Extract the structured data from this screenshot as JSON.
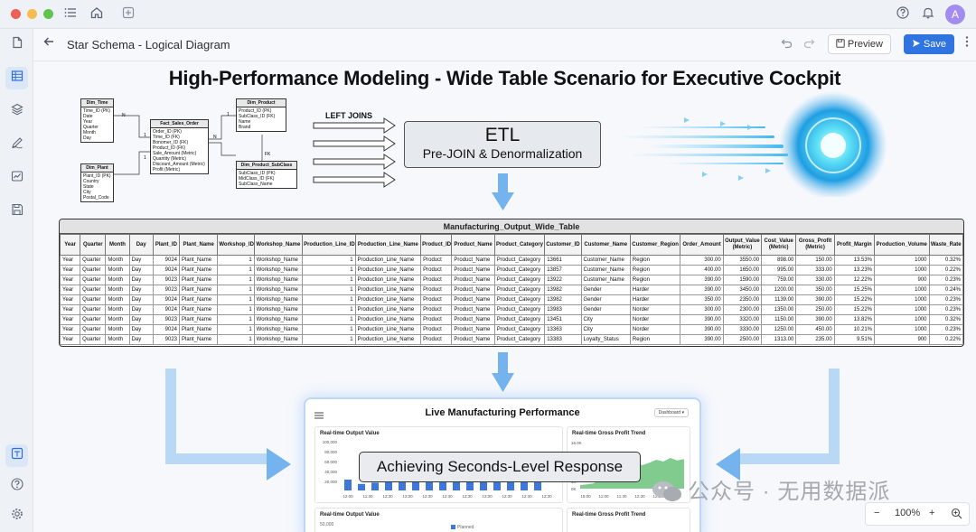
{
  "window": {
    "avatar_letter": "A"
  },
  "toolbar": {
    "title": "Star Schema - Logical Diagram",
    "preview_label": "Preview",
    "save_label": "Save"
  },
  "canvas": {
    "headline": "High-Performance Modeling - Wide Table Scenario for Executive Cockpit",
    "left_joins": "LEFT JOINS",
    "etl_title": "ETL",
    "etl_sub": "Pre-JOIN & Denormalization",
    "er": {
      "dim_time": {
        "name": "Dim_Time",
        "fields": "Time_ID (PK)\nDate\nYear\nQuarter\nMonth\nDay"
      },
      "fact": {
        "name": "Fact_Sales_Order",
        "fields": "Order_ID (PK)\nTime_ID (FK)\nBonomer_ID (FK)\nProduct_ID (FK)\nSale_Amount (Metric)\nQuantity (Metric)\nDiscount_Amount (Metric)\nProfit (Metric)"
      },
      "dim_product": {
        "name": "Dim_Product",
        "fields": "Product_ID (PK)\nSubClass_ID (FK)\nName\nBrand"
      },
      "dim_plant": {
        "name": "Dim_Plant",
        "fields": "Plant_ID (PK)\nCountry\nState\nCity\nPostal_Code"
      },
      "dim_subclass": {
        "name": "Dim_Product_SubClass",
        "fields": "SubClass_ID (PK)\nMidClass_ID (FK)\nSubClass_Name"
      },
      "labels": {
        "n": "N",
        "one": "1",
        "fk": "FK"
      }
    },
    "wide_table": {
      "title": "Manufacturing_Output_Wide_Table",
      "headers": [
        "Year",
        "Quarter",
        "Month",
        "Day",
        "Plant_ID",
        "Plant_Name",
        "Workshop_ID",
        "Workshop_Name",
        "Production_Line_ID",
        "Production_Line_Name",
        "Product_ID",
        "Product_Name",
        "Product_Category",
        "Customer_ID",
        "Customer_Name",
        "Customer_Region",
        "Order_Amount",
        "Output_Value (Metric)",
        "Cost_Value (Metric)",
        "Gross_Profit (Metric)",
        "Profit_Margin",
        "Production_Volume",
        "Waste_Rate"
      ],
      "rows": [
        [
          "Year",
          "Quarter",
          "Month",
          "Day",
          "9024",
          "Plant_Name",
          "1",
          "Workshop_Name",
          "1",
          "Production_Line_Name",
          "Product",
          "Product_Name",
          "Product_Category",
          "13661",
          "Customer_Name",
          "Region",
          "300.00",
          "3550.00",
          "898.00",
          "150.00",
          "13.53%",
          "1000",
          "0.32%"
        ],
        [
          "Year",
          "Quarter",
          "Month",
          "Day",
          "9024",
          "Plant_Name",
          "1",
          "Workshop_Name",
          "1",
          "Production_Line_Name",
          "Product",
          "Product_Name",
          "Product_Category",
          "13857",
          "Customer_Name",
          "Region",
          "400.00",
          "1650.00",
          "995.00",
          "333.00",
          "13.23%",
          "1000",
          "0.22%"
        ],
        [
          "Year",
          "Quarter",
          "Month",
          "Day",
          "9023",
          "Plant_Name",
          "1",
          "Workshop_Name",
          "1",
          "Production_Line_Name",
          "Product",
          "Product_Name",
          "Product_Category",
          "13922",
          "Customer_Name",
          "Region",
          "390.00",
          "1590.00",
          "759.00",
          "330.00",
          "12.22%",
          "900",
          "0.23%"
        ],
        [
          "Year",
          "Quarter",
          "Month",
          "Day",
          "9023",
          "Plant_Name",
          "1",
          "Workshop_Name",
          "1",
          "Production_Line_Name",
          "Product",
          "Product_Name",
          "Product_Category",
          "13982",
          "Gender",
          "Harder",
          "390.00",
          "3450.00",
          "1200.00",
          "350.00",
          "15.25%",
          "1000",
          "0.24%"
        ],
        [
          "Year",
          "Quarter",
          "Month",
          "Day",
          "9024",
          "Plant_Name",
          "1",
          "Workshop_Name",
          "1",
          "Production_Line_Name",
          "Product",
          "Product_Name",
          "Product_Category",
          "13982",
          "Gender",
          "Harder",
          "350.00",
          "2350.00",
          "1139.00",
          "390.00",
          "15.22%",
          "1000",
          "0.23%"
        ],
        [
          "Year",
          "Quarter",
          "Month",
          "Day",
          "9024",
          "Plant_Name",
          "1",
          "Workshop_Name",
          "1",
          "Production_Line_Name",
          "Product",
          "Product_Name",
          "Product_Category",
          "13983",
          "Gender",
          "Norder",
          "300.00",
          "2300.00",
          "1350.00",
          "250.00",
          "15.22%",
          "1000",
          "0.23%"
        ],
        [
          "Year",
          "Quarter",
          "Month",
          "Day",
          "9023",
          "Plant_Name",
          "1",
          "Workshop_Name",
          "1",
          "Production_Line_Name",
          "Product",
          "Product_Name",
          "Product_Category",
          "13451",
          "City",
          "Norder",
          "390.00",
          "3320.00",
          "1150.00",
          "390.00",
          "13.82%",
          "1000",
          "0.32%"
        ],
        [
          "Year",
          "Quarter",
          "Month",
          "Day",
          "9024",
          "Plant_Name",
          "1",
          "Workshop_Name",
          "1",
          "Production_Line_Name",
          "Product",
          "Product_Name",
          "Product_Category",
          "13363",
          "City",
          "Norder",
          "390.00",
          "3330.00",
          "1250.00",
          "450.00",
          "10.21%",
          "1000",
          "0.23%"
        ],
        [
          "Year",
          "Quarter",
          "Month",
          "Day",
          "9023",
          "Plant_Name",
          "1",
          "Workshop_Name",
          "1",
          "Production_Line_Name",
          "Product",
          "Product_Name",
          "Product_Category",
          "13383",
          "Loyalty_Status",
          "Region",
          "390.00",
          "2500.00",
          "1313.00",
          "235.00",
          "9.51%",
          "900",
          "0.22%"
        ]
      ]
    },
    "dashboard": {
      "title": "Live Manufacturing Performance",
      "badge": "Dashboard",
      "panel1_title": "Real-time Output Value",
      "panel2_title": "Real-time Gross Profit Trend",
      "panel3_title": "Real-time Output Value",
      "panel4_title": "Real-time Gross Profit Trend",
      "p1_yticks": [
        "100,000",
        "80,000",
        "60,000",
        "40,000",
        "20,000"
      ],
      "p1_xticks": [
        "12:00",
        "11:30",
        "12:30",
        "12:30",
        "12:30",
        "12:30",
        "12:30",
        "12:30",
        "12:30",
        "12:30",
        "12:30"
      ],
      "p2_ytick": "16.0K",
      "p2_yticks_low": [
        "4K",
        "0K"
      ],
      "p2_xticks": [
        "15:00",
        "11:00",
        "11:30",
        "12:30",
        "12:30",
        "12:30"
      ],
      "p3_ytick": "50,000",
      "p3_legend": "Planned"
    },
    "banner": "Achieving Seconds-Level Response",
    "watermark": "公众号 · 无用数据派",
    "zoom": {
      "minus": "−",
      "level": "100%",
      "plus": "+"
    }
  },
  "colors": {
    "accent": "#2f74e0",
    "arrow": "#6fb0f0",
    "chart_bar": "#3d78d8",
    "chart_area": "#6cc27a"
  }
}
